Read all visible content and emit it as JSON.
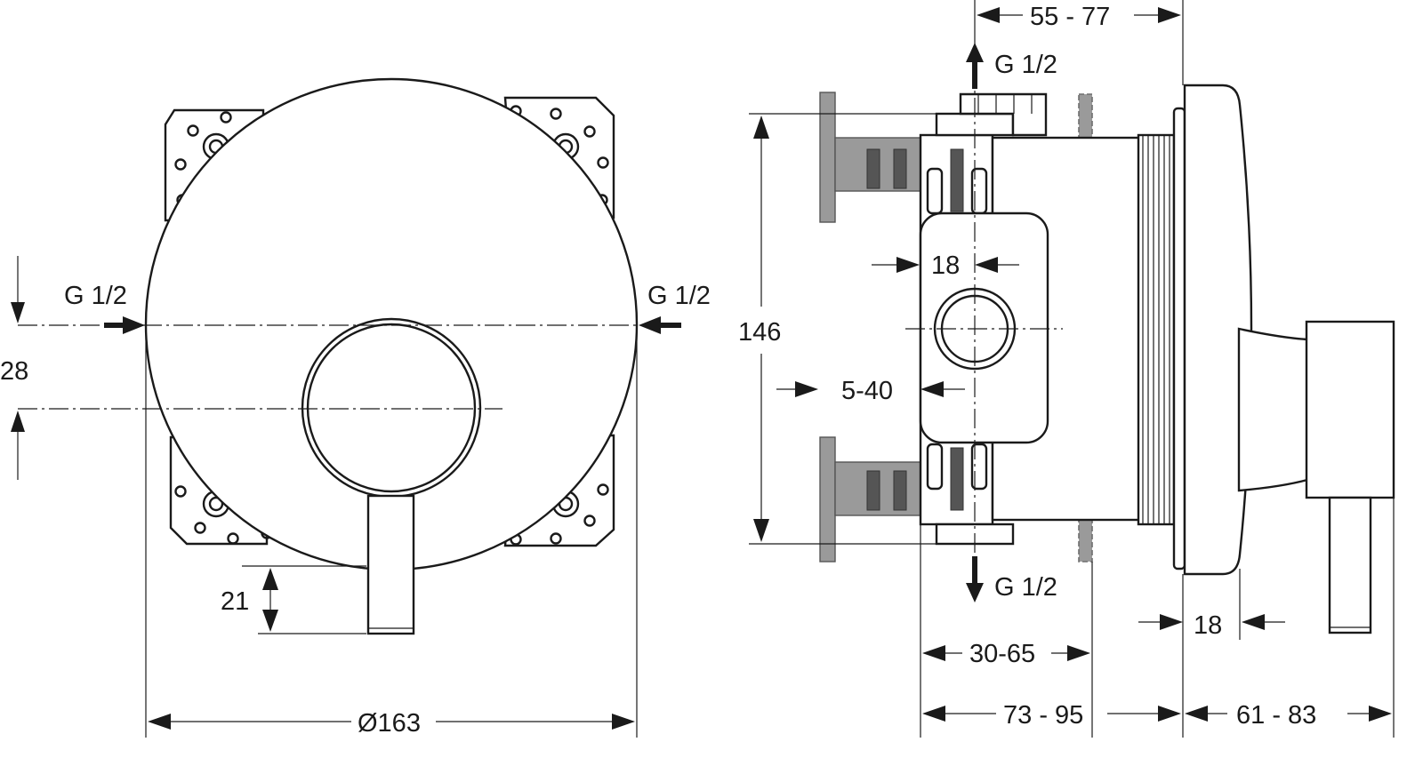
{
  "front_view": {
    "diameter_label": "Ø163",
    "inlet_left_label": "G 1/2",
    "inlet_right_label": "G 1/2",
    "offset_label": "28",
    "lever_label": "21"
  },
  "side_view": {
    "outlet_top_label": "G 1/2",
    "outlet_bottom_label": "G 1/2",
    "top_range_label": "55 - 77",
    "height_label": "146",
    "port_width_label": "18",
    "wall_label": "5-40",
    "depth_range_label": "30-65",
    "body_range_label": "73 - 95",
    "trim_range_label": "61 - 83",
    "rosette_gap_label": "18"
  }
}
